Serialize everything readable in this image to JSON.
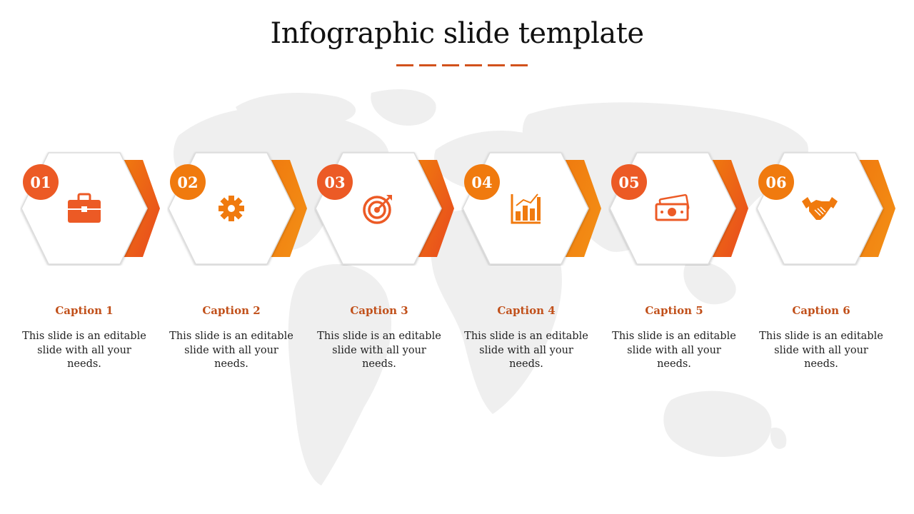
{
  "title": "Infographic slide template",
  "colors": {
    "accent_red": "#ec5a25",
    "accent_orange": "#f07a0e",
    "map": "#efefef",
    "caption": "#c1501a"
  },
  "steps": [
    {
      "number": "01",
      "icon": "briefcase-icon",
      "caption": "Caption 1",
      "text": "This slide is an editable slide with all your needs."
    },
    {
      "number": "02",
      "icon": "gear-icon",
      "caption": "Caption 2",
      "text": "This slide is an editable slide with all your needs."
    },
    {
      "number": "03",
      "icon": "target-icon",
      "caption": "Caption 3",
      "text": "This slide is an editable slide with all your needs."
    },
    {
      "number": "04",
      "icon": "bar-chart-icon",
      "caption": "Caption 4",
      "text": "This slide is an editable slide with all your needs."
    },
    {
      "number": "05",
      "icon": "money-icon",
      "caption": "Caption 5",
      "text": "This slide is an editable slide with all your needs."
    },
    {
      "number": "06",
      "icon": "handshake-icon",
      "caption": "Caption 6",
      "text": "This slide is an editable slide with all your needs."
    }
  ]
}
